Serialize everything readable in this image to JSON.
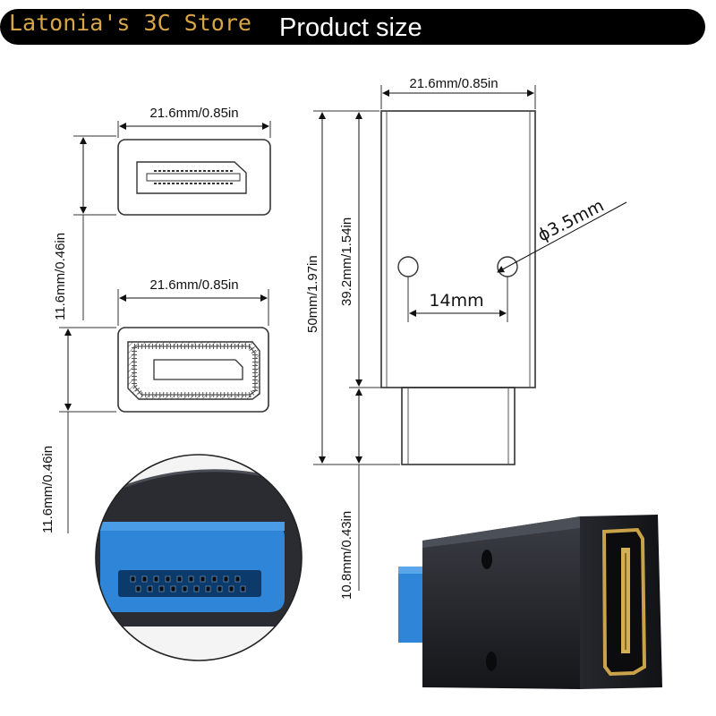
{
  "header": {
    "store_name": "Latonia's 3C Store",
    "title": "Product size"
  },
  "dimensions": {
    "top_view_width": "21.6mm/0.85in",
    "top_view_height": "11.6mm/0.46in",
    "front_view_width": "21.6mm/0.85in",
    "front_view_height": "11.6mm/0.46in",
    "side_width": "21.6mm/0.85in",
    "total_length": "50mm/1.97in",
    "body_length": "39.2mm/1.54in",
    "plug_length": "10.8mm/0.43in",
    "hole_diameter": "ϕ3.5mm",
    "hole_spacing": "14mm"
  },
  "colors": {
    "banner": "#000000",
    "store_text": "#d9a645",
    "plug_blue": "#2f86d8",
    "body_dark": "#1d1f24",
    "gold": "#c9a24a"
  }
}
